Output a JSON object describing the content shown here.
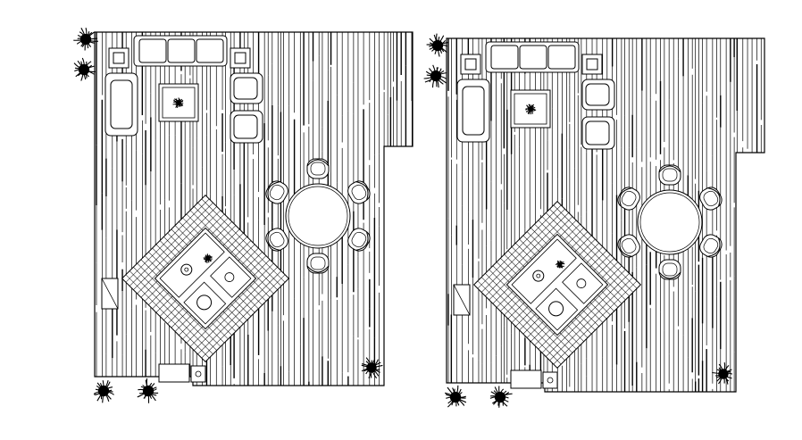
{
  "drawing": {
    "type": "cad-floor-plan",
    "view": "top",
    "line_color": "#000000",
    "background": "#ffffff",
    "plans": [
      {
        "id": "plan-left",
        "flooring": "vertical-plank-hatch",
        "furniture": [
          "three-seat-sofa",
          "armchair",
          "armchair",
          "armchair",
          "coffee-table",
          "side-table",
          "side-table",
          "round-dining-table",
          "dining-chair",
          "dining-chair",
          "dining-chair",
          "dining-chair",
          "dining-chair",
          "dining-chair",
          "rotated-kitchen-island",
          "cabinet",
          "sink-unit"
        ],
        "plants": [
          "potted-plant",
          "potted-plant",
          "potted-plant",
          "potted-plant",
          "potted-plant"
        ]
      },
      {
        "id": "plan-right",
        "flooring": "vertical-plank-hatch",
        "furniture": [
          "three-seat-sofa",
          "armchair",
          "armchair",
          "armchair",
          "coffee-table",
          "side-table",
          "side-table",
          "round-dining-table",
          "dining-chair",
          "dining-chair",
          "dining-chair",
          "dining-chair",
          "dining-chair",
          "dining-chair",
          "rotated-kitchen-island",
          "cabinet",
          "sink-unit"
        ],
        "plants": [
          "potted-plant",
          "potted-plant",
          "potted-plant",
          "potted-plant",
          "potted-plant"
        ]
      }
    ]
  }
}
